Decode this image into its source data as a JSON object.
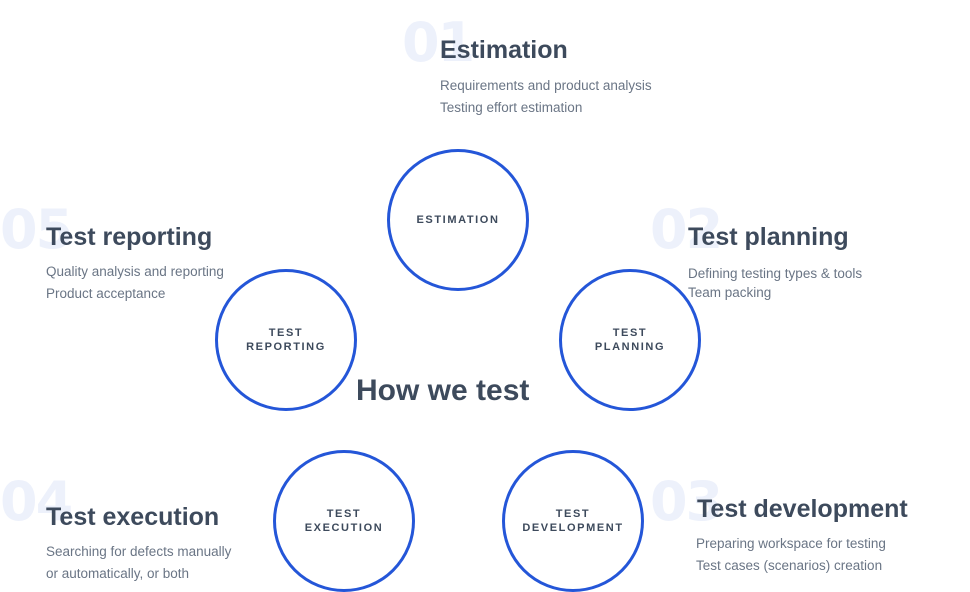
{
  "center_title": "How we test",
  "stages": [
    {
      "number": "01",
      "title": "Estimation",
      "lines": [
        "Requirements and product analysis",
        "Testing effort estimation"
      ],
      "circle_label": "ESTIMATION"
    },
    {
      "number": "02",
      "title": "Test planning",
      "lines": [
        "Defining testing types & tools",
        "Team packing"
      ],
      "circle_label": "TEST\nPLANNING"
    },
    {
      "number": "03",
      "title": "Test development",
      "lines": [
        "Preparing workspace for testing",
        "Test cases (scenarios) creation"
      ],
      "circle_label": "TEST\nDEVELOPMENT"
    },
    {
      "number": "04",
      "title": "Test execution",
      "lines": [
        "Searching for defects manually",
        "or automatically, or both"
      ],
      "circle_label": "TEST\nEXECUTION"
    },
    {
      "number": "05",
      "title": "Test reporting",
      "lines": [
        "Quality analysis and reporting",
        "Product acceptance"
      ],
      "circle_label": "TEST\nREPORTING"
    }
  ],
  "colors": {
    "circle_border": "#2456d8",
    "text_dark": "#3d4a5c",
    "text_muted": "#6a7585",
    "number_watermark": "#edf1fb"
  }
}
